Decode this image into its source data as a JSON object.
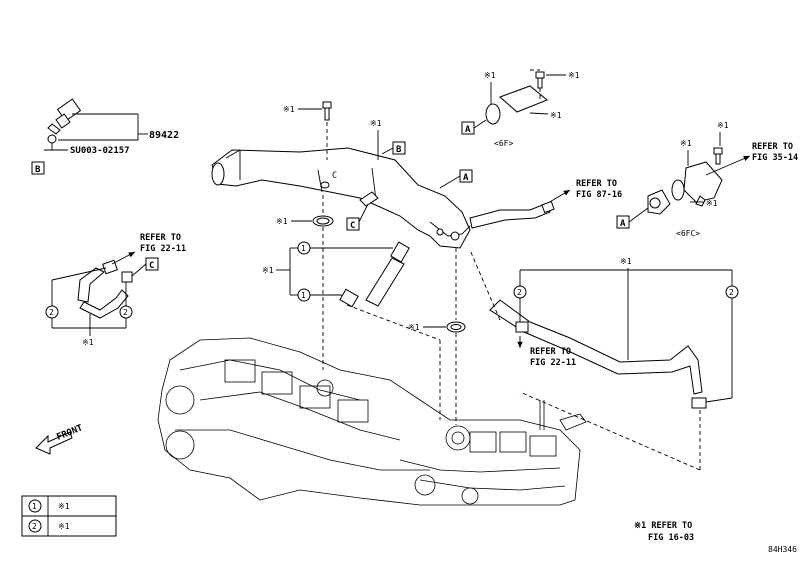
{
  "diagram_code": "84H346",
  "part_numbers": {
    "main": "89422",
    "sub": "SU003-02157"
  },
  "star_mark": "※1",
  "circle_marks": {
    "one": "1",
    "two": "2"
  },
  "box_letters": {
    "a": "A",
    "b": "B",
    "c": "C"
  },
  "view_labels": {
    "v6f": "<6F>",
    "v6fc": "<6FC>"
  },
  "refs": {
    "fig_87_16": {
      "line1": "REFER TO",
      "line2": "FIG 87-16"
    },
    "fig_35_14": {
      "line1": "REFER TO",
      "line2": "FIG 35-14"
    },
    "fig_22_11_left": {
      "line1": "REFER TO",
      "line2": "FIG 22-11"
    },
    "fig_22_11_right": {
      "line1": "REFER TO",
      "line2": "FIG 22-11"
    },
    "fig_16_03": {
      "line1": "※1 REFER TO",
      "line2": "FIG 16-03"
    }
  },
  "front_label": "FRONT",
  "legend": [
    {
      "mark": "1",
      "text": "※1"
    },
    {
      "mark": "2",
      "text": "※1"
    }
  ]
}
